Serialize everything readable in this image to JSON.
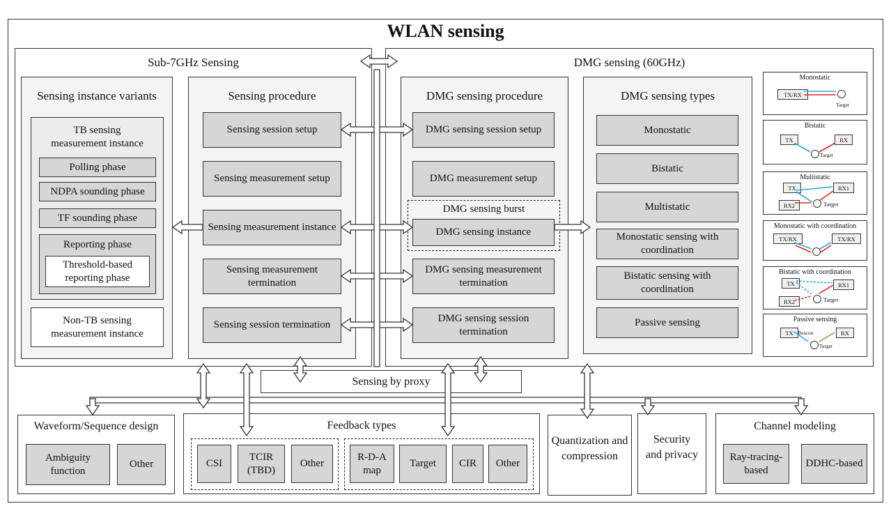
{
  "title": "WLAN sensing",
  "sub7": {
    "title": "Sub-7GHz Sensing",
    "variants": {
      "title": "Sensing instance variants",
      "tb_title": "TB sensing measurement instance",
      "phases": [
        "Polling phase",
        "NDPA sounding phase",
        "TF sounding phase"
      ],
      "reporting": "Reporting phase",
      "threshold": "Threshold-based reporting phase",
      "non_tb": "Non-TB sensing measurement instance"
    },
    "procedure": {
      "title": "Sensing procedure",
      "steps": [
        "Sensing session setup",
        "Sensing measurement setup",
        "Sensing measurement instance",
        "Sensing measurement termination",
        "Sensing session termination"
      ]
    }
  },
  "dmg": {
    "title": "DMG sensing (60GHz)",
    "procedure": {
      "title": "DMG sensing procedure",
      "steps": [
        "DMG sensing session setup",
        "DMG measurement setup",
        "DMG sensing instance",
        "DMG sensing measurement termination",
        "DMG sensing session termination"
      ],
      "burst": "DMG sensing burst"
    },
    "types": {
      "title": "DMG sensing types",
      "items": [
        "Monostatic",
        "Bistatic",
        "Multistatic",
        "Monostatic sensing with coordination",
        "Bistatic sensing with coordination",
        "Passive sensing"
      ]
    },
    "illustrations": {
      "titles": [
        "Monostatic",
        "Bistatic",
        "Multistatic",
        "Monostatic with coordination",
        "Bistatic with coordination",
        "Passive sensing"
      ],
      "labels": {
        "txrx": "TX/RX",
        "tx": "TX",
        "rx": "RX",
        "rx1": "RX1",
        "rx2": "RX2",
        "target": "Target",
        "beacon": "Beacon"
      }
    }
  },
  "proxy": "Sensing by proxy",
  "waveform": {
    "title": "Waveform/Sequence design",
    "items": [
      "Ambiguity function",
      "Other"
    ]
  },
  "feedback": {
    "title": "Feedback types",
    "group1": [
      "CSI",
      "TCIR (TBD)",
      "Other"
    ],
    "group2": [
      "R-D-A map",
      "Target",
      "CIR",
      "Other"
    ]
  },
  "quantization": "Quantization and compression",
  "security": "Security and privacy",
  "channel": {
    "title": "Channel modeling",
    "items": [
      "Ray-tracing-based",
      "DDHC-based"
    ]
  },
  "colors": {
    "box_fill": "#d6d6d6",
    "panel_fill": "#f4f4f4",
    "tx_arrow": "#29a8e0",
    "rx_arrow": "#e02020",
    "beacon_arrow": "#7ab648"
  }
}
